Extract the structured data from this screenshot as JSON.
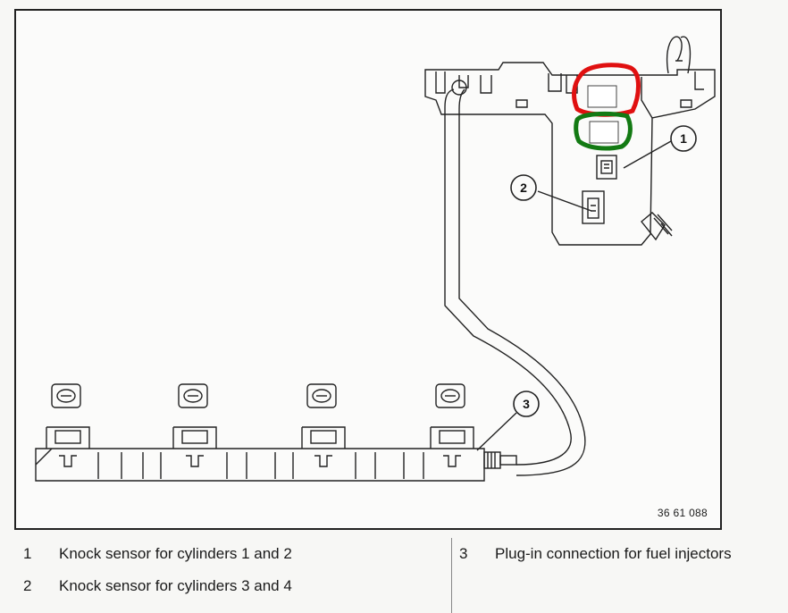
{
  "diagram": {
    "part_number": "36 61 088",
    "callouts": [
      "1",
      "2",
      "3"
    ],
    "highlight_colors": {
      "red": "#e01010",
      "green": "#137a13"
    }
  },
  "legend": {
    "items": [
      {
        "num": "1",
        "text": "Knock sensor for cylinders 1 and 2"
      },
      {
        "num": "2",
        "text": "Knock sensor for cylinders 3 and 4"
      },
      {
        "num": "3",
        "text": "Plug-in connection for fuel injectors"
      }
    ]
  }
}
